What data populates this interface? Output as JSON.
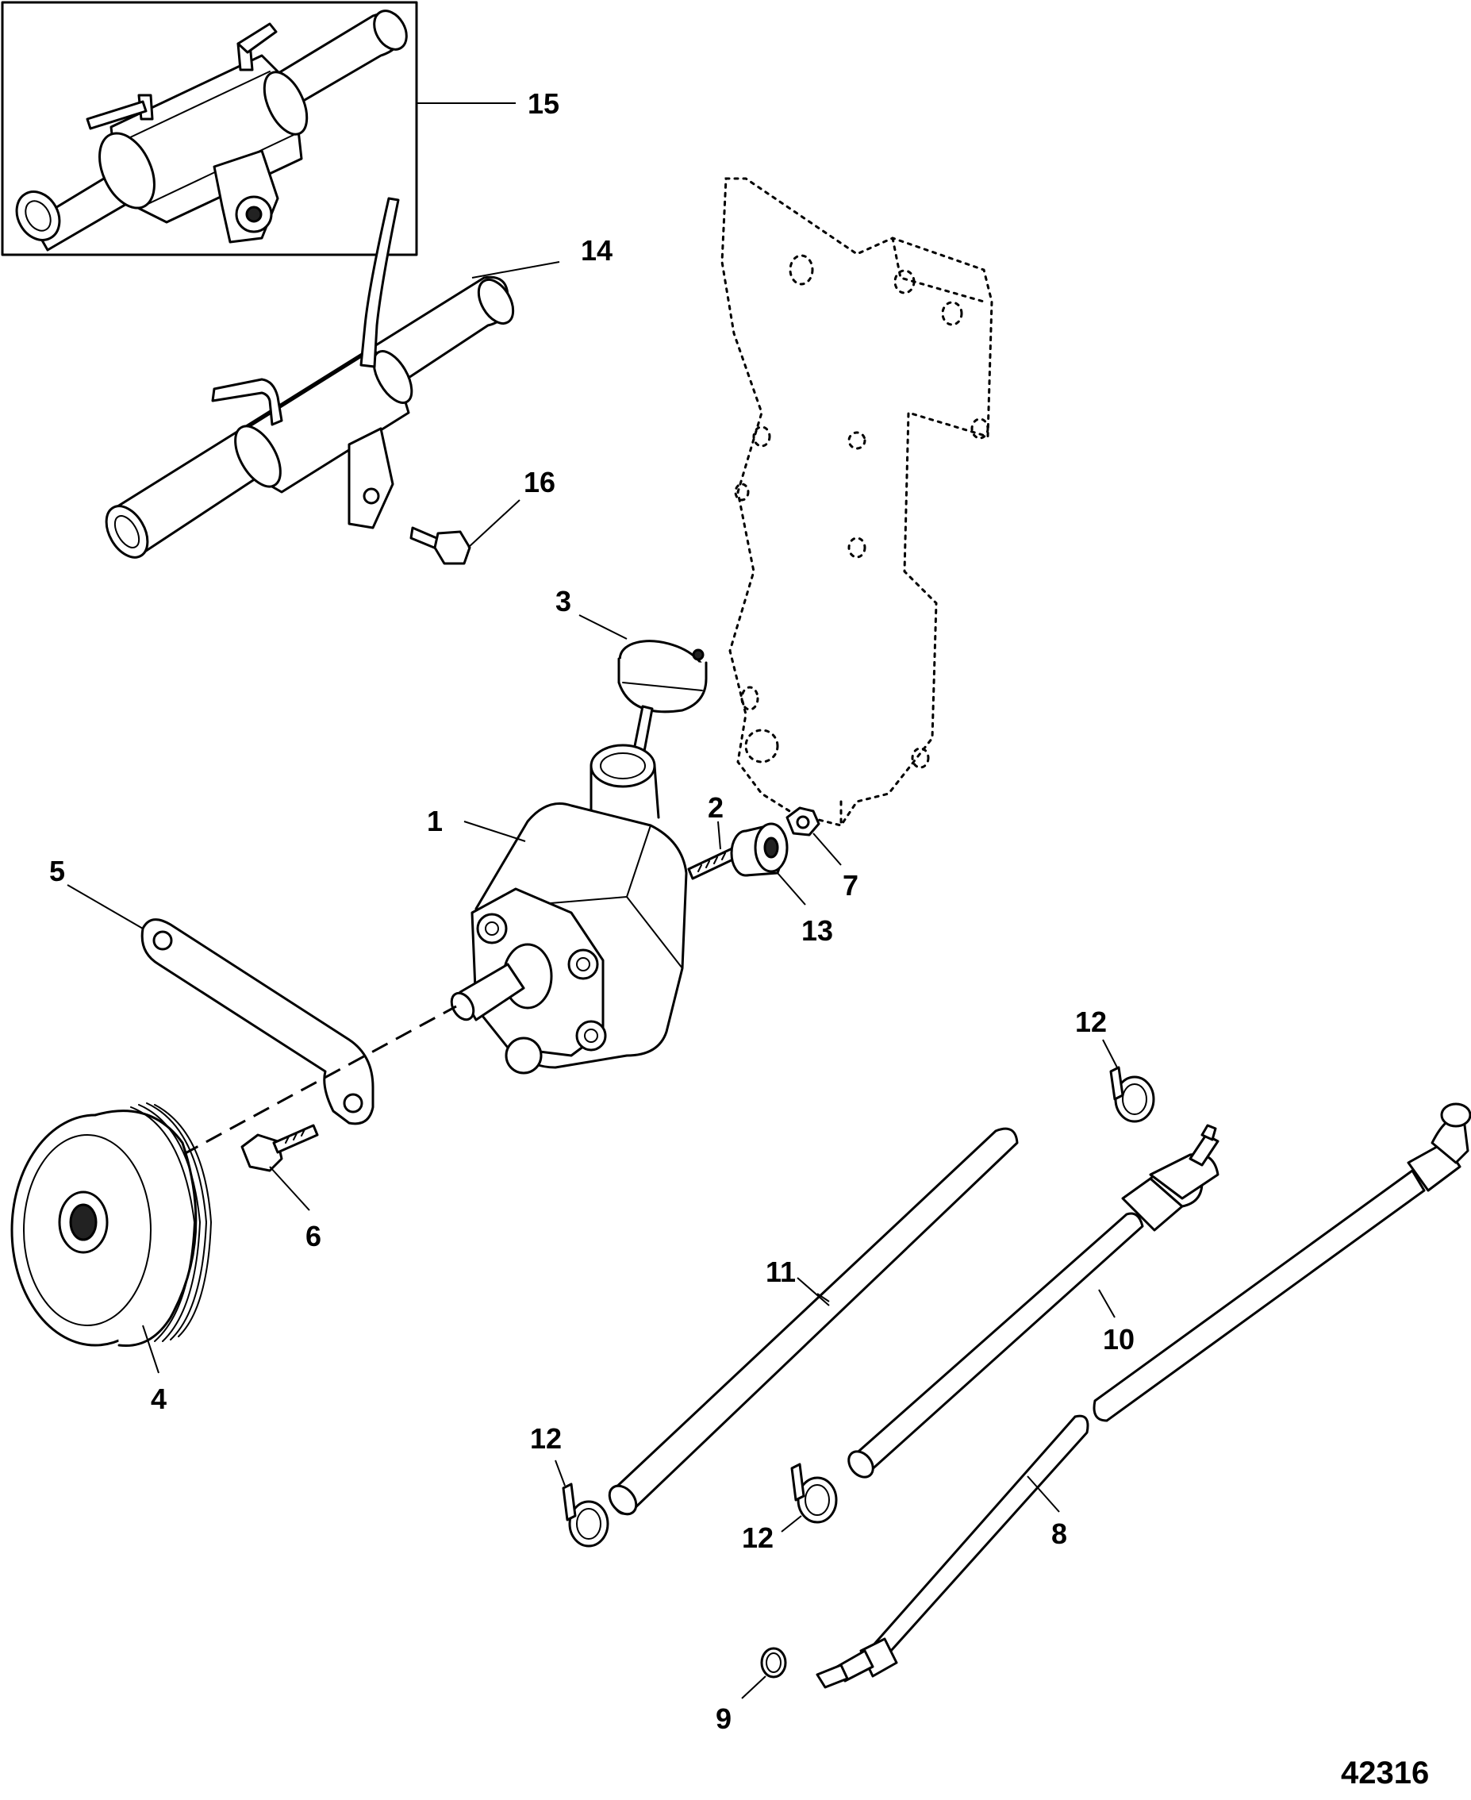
{
  "diagram": {
    "reference_number": "42316",
    "callouts": {
      "c1": "1",
      "c2": "2",
      "c3": "3",
      "c4": "4",
      "c5": "5",
      "c6": "6",
      "c7": "7",
      "c8": "8",
      "c9": "9",
      "c10": "10",
      "c11": "11",
      "c12a": "12",
      "c12b": "12",
      "c12c": "12",
      "c13": "13",
      "c14": "14",
      "c15": "15",
      "c16": "16"
    }
  }
}
